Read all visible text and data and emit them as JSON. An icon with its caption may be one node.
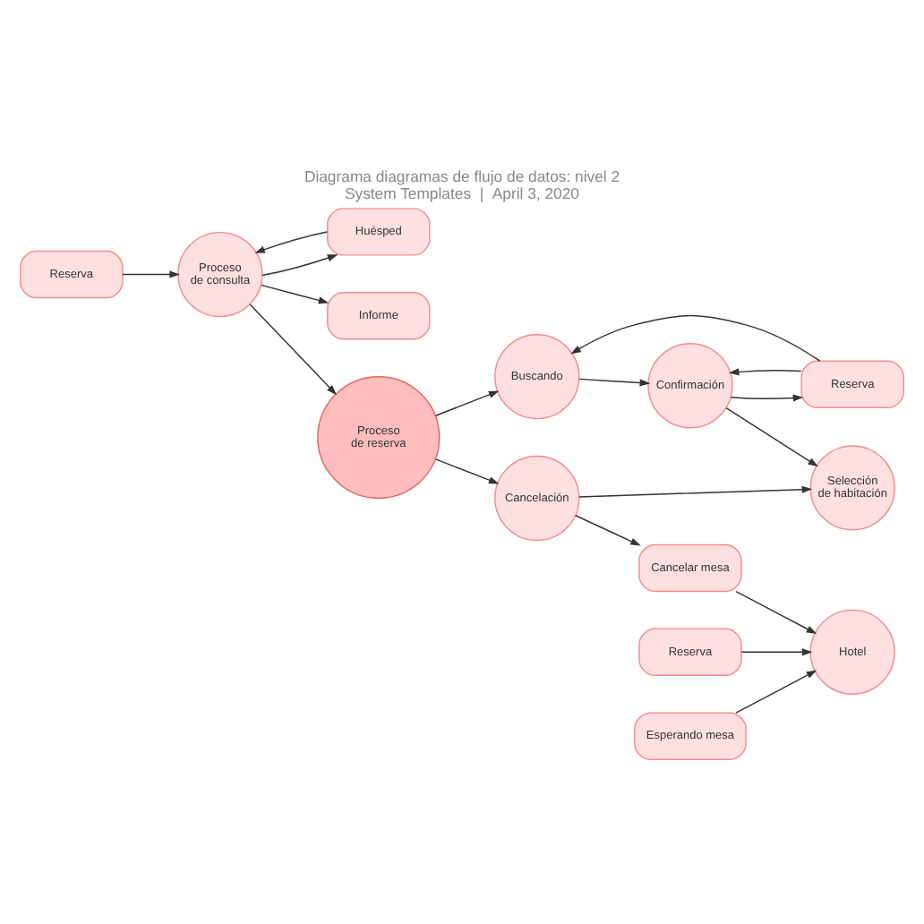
{
  "diagram": {
    "title": "Diagrama diagramas de flujo de datos: nivel 2",
    "caption": "System Templates  |  April 3, 2020",
    "nodes": [
      {
        "text": [
          "Reserva"
        ]
      },
      {
        "text": [
          "Informe"
        ]
      },
      {
        "text": [
          "Huésped"
        ]
      },
      {
        "text": [
          "Proceso de consulta"
        ]
      },
      {
        "text": [
          "Proceso de reserva"
        ]
      },
      {
        "text": [
          "Reserva"
        ]
      },
      {
        "text": [
          "Confirmación"
        ]
      },
      {
        "text": [
          "Buscando"
        ]
      },
      {
        "text": [
          "Reserva"
        ]
      },
      {
        "text": [
          "Hotel"
        ]
      },
      {
        "text": [
          "Cancelación"
        ]
      },
      {
        "text": [
          "Selección de habitación"
        ]
      },
      {
        "text": [
          "Esperando mesa"
        ]
      },
      {
        "text": [
          "Cancelar mesa"
        ]
      }
    ],
    "edges": [
      {
        "from": 0,
        "to": 3,
        "arrow": "to"
      },
      {
        "from": 3,
        "to": 1,
        "arrow": "to"
      },
      {
        "from": 3,
        "to": 2,
        "arrow": "to"
      },
      {
        "from": 2,
        "to": 3,
        "arrow": "to"
      },
      {
        "from": 3,
        "to": 4,
        "arrow": "to"
      },
      {
        "from": 4,
        "to": 7,
        "arrow": "to"
      },
      {
        "from": 5,
        "to": 6,
        "arrow": "to"
      },
      {
        "from": 6,
        "to": 5,
        "arrow": "to"
      },
      {
        "from": 5,
        "to": 7,
        "arrow": "to"
      },
      {
        "from": 7,
        "to": 6,
        "arrow": "to"
      },
      {
        "from": 6,
        "to": 11,
        "arrow": "to"
      },
      {
        "from": 4,
        "to": 10,
        "arrow": "to"
      },
      {
        "from": 8,
        "to": 9,
        "arrow": "to"
      },
      {
        "from": 12,
        "to": 9,
        "arrow": "to"
      },
      {
        "from": 13,
        "to": 9,
        "arrow": "to"
      },
      {
        "from": 10,
        "to": 13,
        "arrow": "to"
      },
      {
        "from": 10,
        "to": 11,
        "arrow": "to"
      }
    ]
  }
}
